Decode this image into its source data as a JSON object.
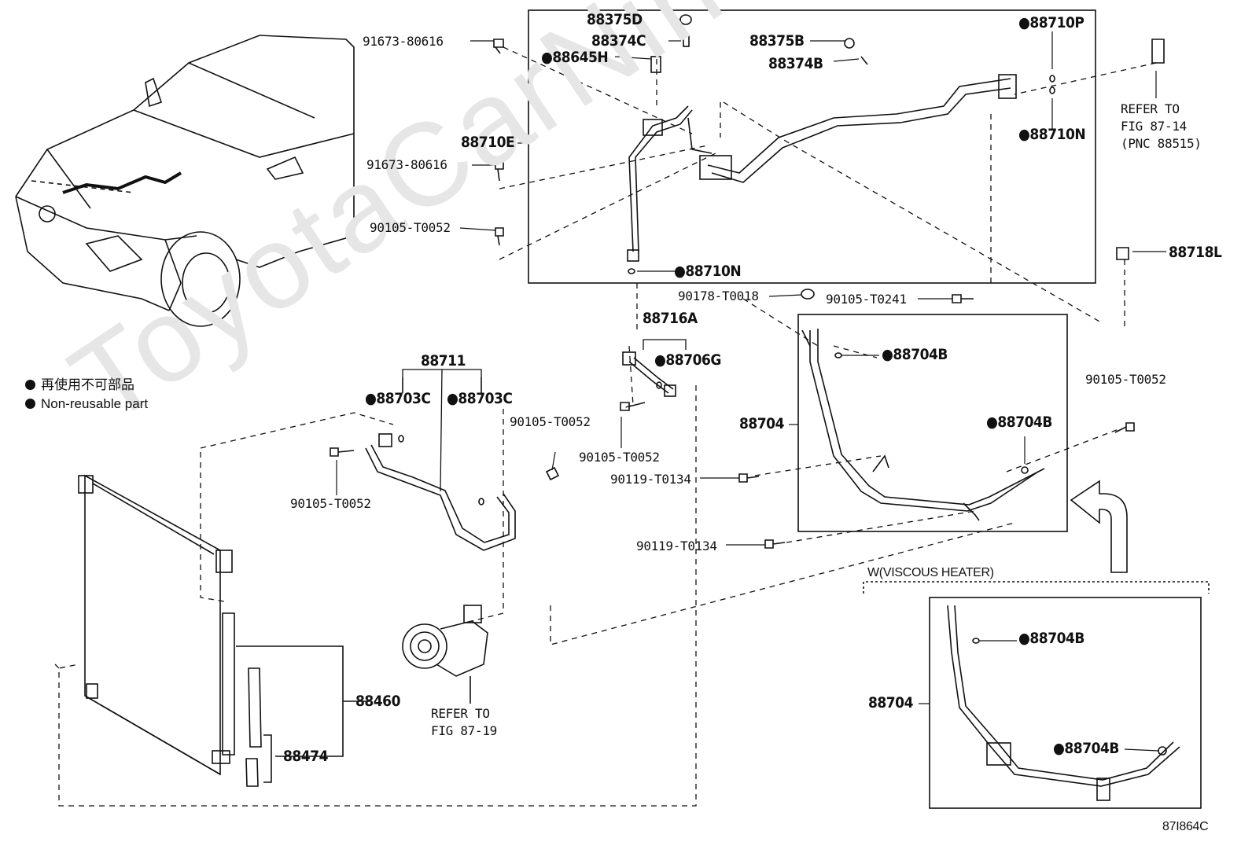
{
  "watermark": "ToyotaCarNine.ru",
  "legend": {
    "jp": "再使用不可部品",
    "en": "Non-reusable part"
  },
  "labels": {
    "p88375D": "88375D",
    "p88374C": "88374C",
    "p88645H": "●88645H",
    "p91673a": "91673-80616",
    "p88710E": "88710E",
    "p91673b": "91673-80616",
    "p90105a": "90105-T0052",
    "p88710N_low": "●88710N",
    "p88375B": "88375B",
    "p88374B": "88374B",
    "p88710P": "●88710P",
    "p88710N_r": "●88710N",
    "refer1": "REFER TO",
    "refer1b": "FIG 87-14",
    "refer1c": "(PNC 88515)",
    "p88718L": "88718L",
    "p90178": "90178-T0018",
    "p90105_t0241": "90105-T0241",
    "p88716A": "88716A",
    "p88706G": "●88706G",
    "p88704B_1": "●88704B",
    "p88711": "88711",
    "p88703C_1": "●88703C",
    "p88703C_2": "●88703C",
    "p90105b": "90105-T0052",
    "p90105c": "90105-T0052",
    "p90105d": "90105-T0052",
    "p90105e": "90105-T0052",
    "p88704": "88704",
    "p88704B_2": "●88704B",
    "p90119a": "90119-T0134",
    "p90119b": "90119-T0134",
    "viscous": "W(VISCOUS HEATER)",
    "p88704B_3": "●88704B",
    "p88704_b": "88704",
    "p88704B_4": "●88704B",
    "p88460": "88460",
    "p88474": "88474",
    "refer2": "REFER TO",
    "refer2b": "FIG 87-19",
    "figcode": "87I864C"
  }
}
